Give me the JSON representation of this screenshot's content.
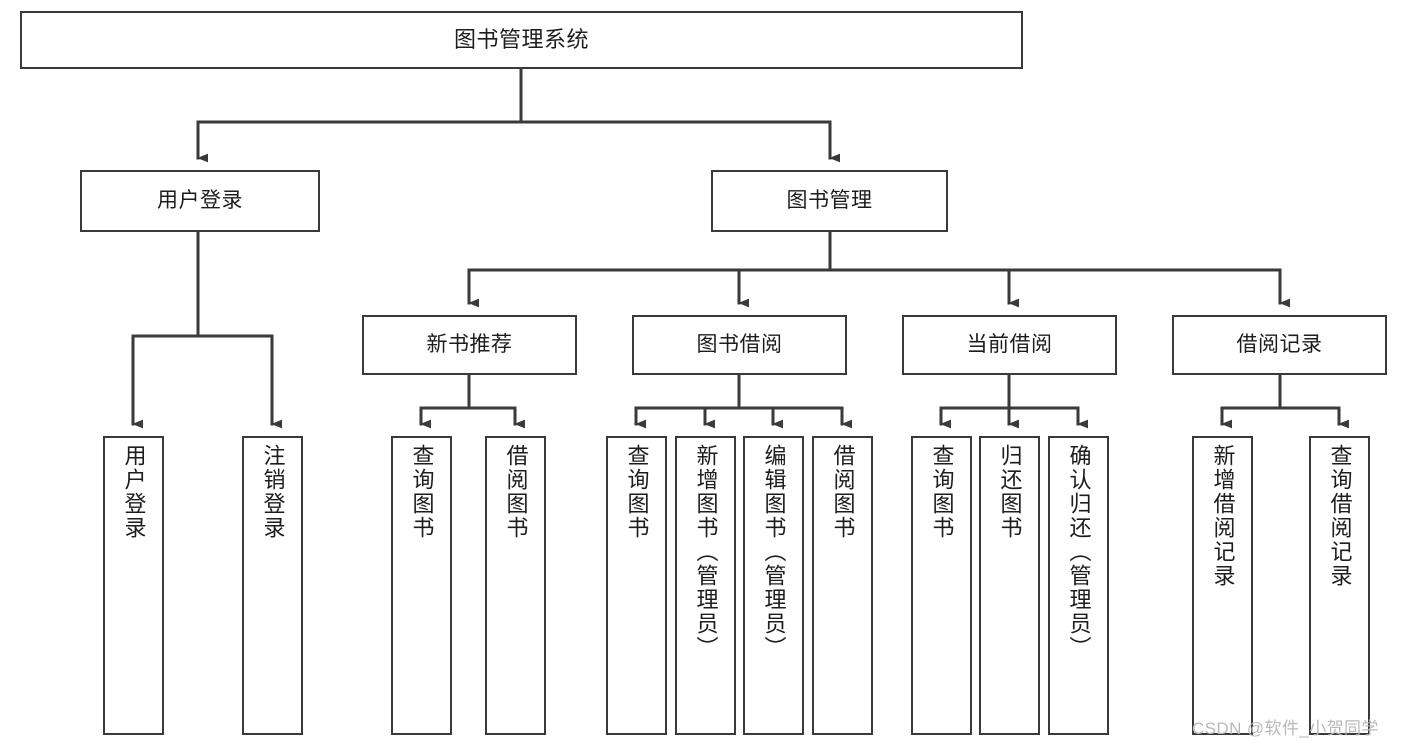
{
  "diagram": {
    "title": "图书管理系统",
    "type": "tree-hierarchy-chart",
    "orientation": "top-down",
    "colors": {
      "box_border": "#3a3a3a",
      "box_fill": "#ffffff",
      "edge": "#3a3a3a",
      "text": "#1d1d1d",
      "watermark": "#b9b9b9",
      "background": "#ffffff"
    }
  },
  "nodes": {
    "root": {
      "label": "图书管理系统"
    },
    "level2": [
      {
        "id": "user-login",
        "label": "用户登录"
      },
      {
        "id": "book-manage",
        "label": "图书管理"
      }
    ],
    "level3": [
      {
        "id": "new-book-recommend",
        "label": "新书推荐"
      },
      {
        "id": "book-borrow",
        "label": "图书借阅"
      },
      {
        "id": "current-borrow",
        "label": "当前借阅"
      },
      {
        "id": "borrow-record",
        "label": "借阅记录"
      }
    ],
    "leaves": {
      "user_login": [
        {
          "id": "leaf-user-login",
          "label": "用户登录"
        },
        {
          "id": "leaf-logout-login",
          "label": "注销登录"
        }
      ],
      "new_book_recommend": [
        {
          "id": "leaf-query-book-1",
          "label": "查询图书"
        },
        {
          "id": "leaf-borrow-book-1",
          "label": "借阅图书"
        }
      ],
      "book_borrow": [
        {
          "id": "leaf-query-book-2",
          "label": "查询图书"
        },
        {
          "id": "leaf-add-book",
          "label": "新增图书（管理员）"
        },
        {
          "id": "leaf-edit-book",
          "label": "编辑图书（管理员）"
        },
        {
          "id": "leaf-borrow-book-2",
          "label": "借阅图书"
        }
      ],
      "current_borrow": [
        {
          "id": "leaf-query-book-3",
          "label": "查询图书"
        },
        {
          "id": "leaf-return-book",
          "label": "归还图书"
        },
        {
          "id": "leaf-confirm-return",
          "label": "确认归还（管理员）"
        }
      ],
      "borrow_record": [
        {
          "id": "leaf-add-record",
          "label": "新增借阅记录"
        },
        {
          "id": "leaf-query-record",
          "label": "查询借阅记录"
        }
      ]
    }
  },
  "watermark": {
    "text": "CSDN @软件_小贺同学"
  }
}
